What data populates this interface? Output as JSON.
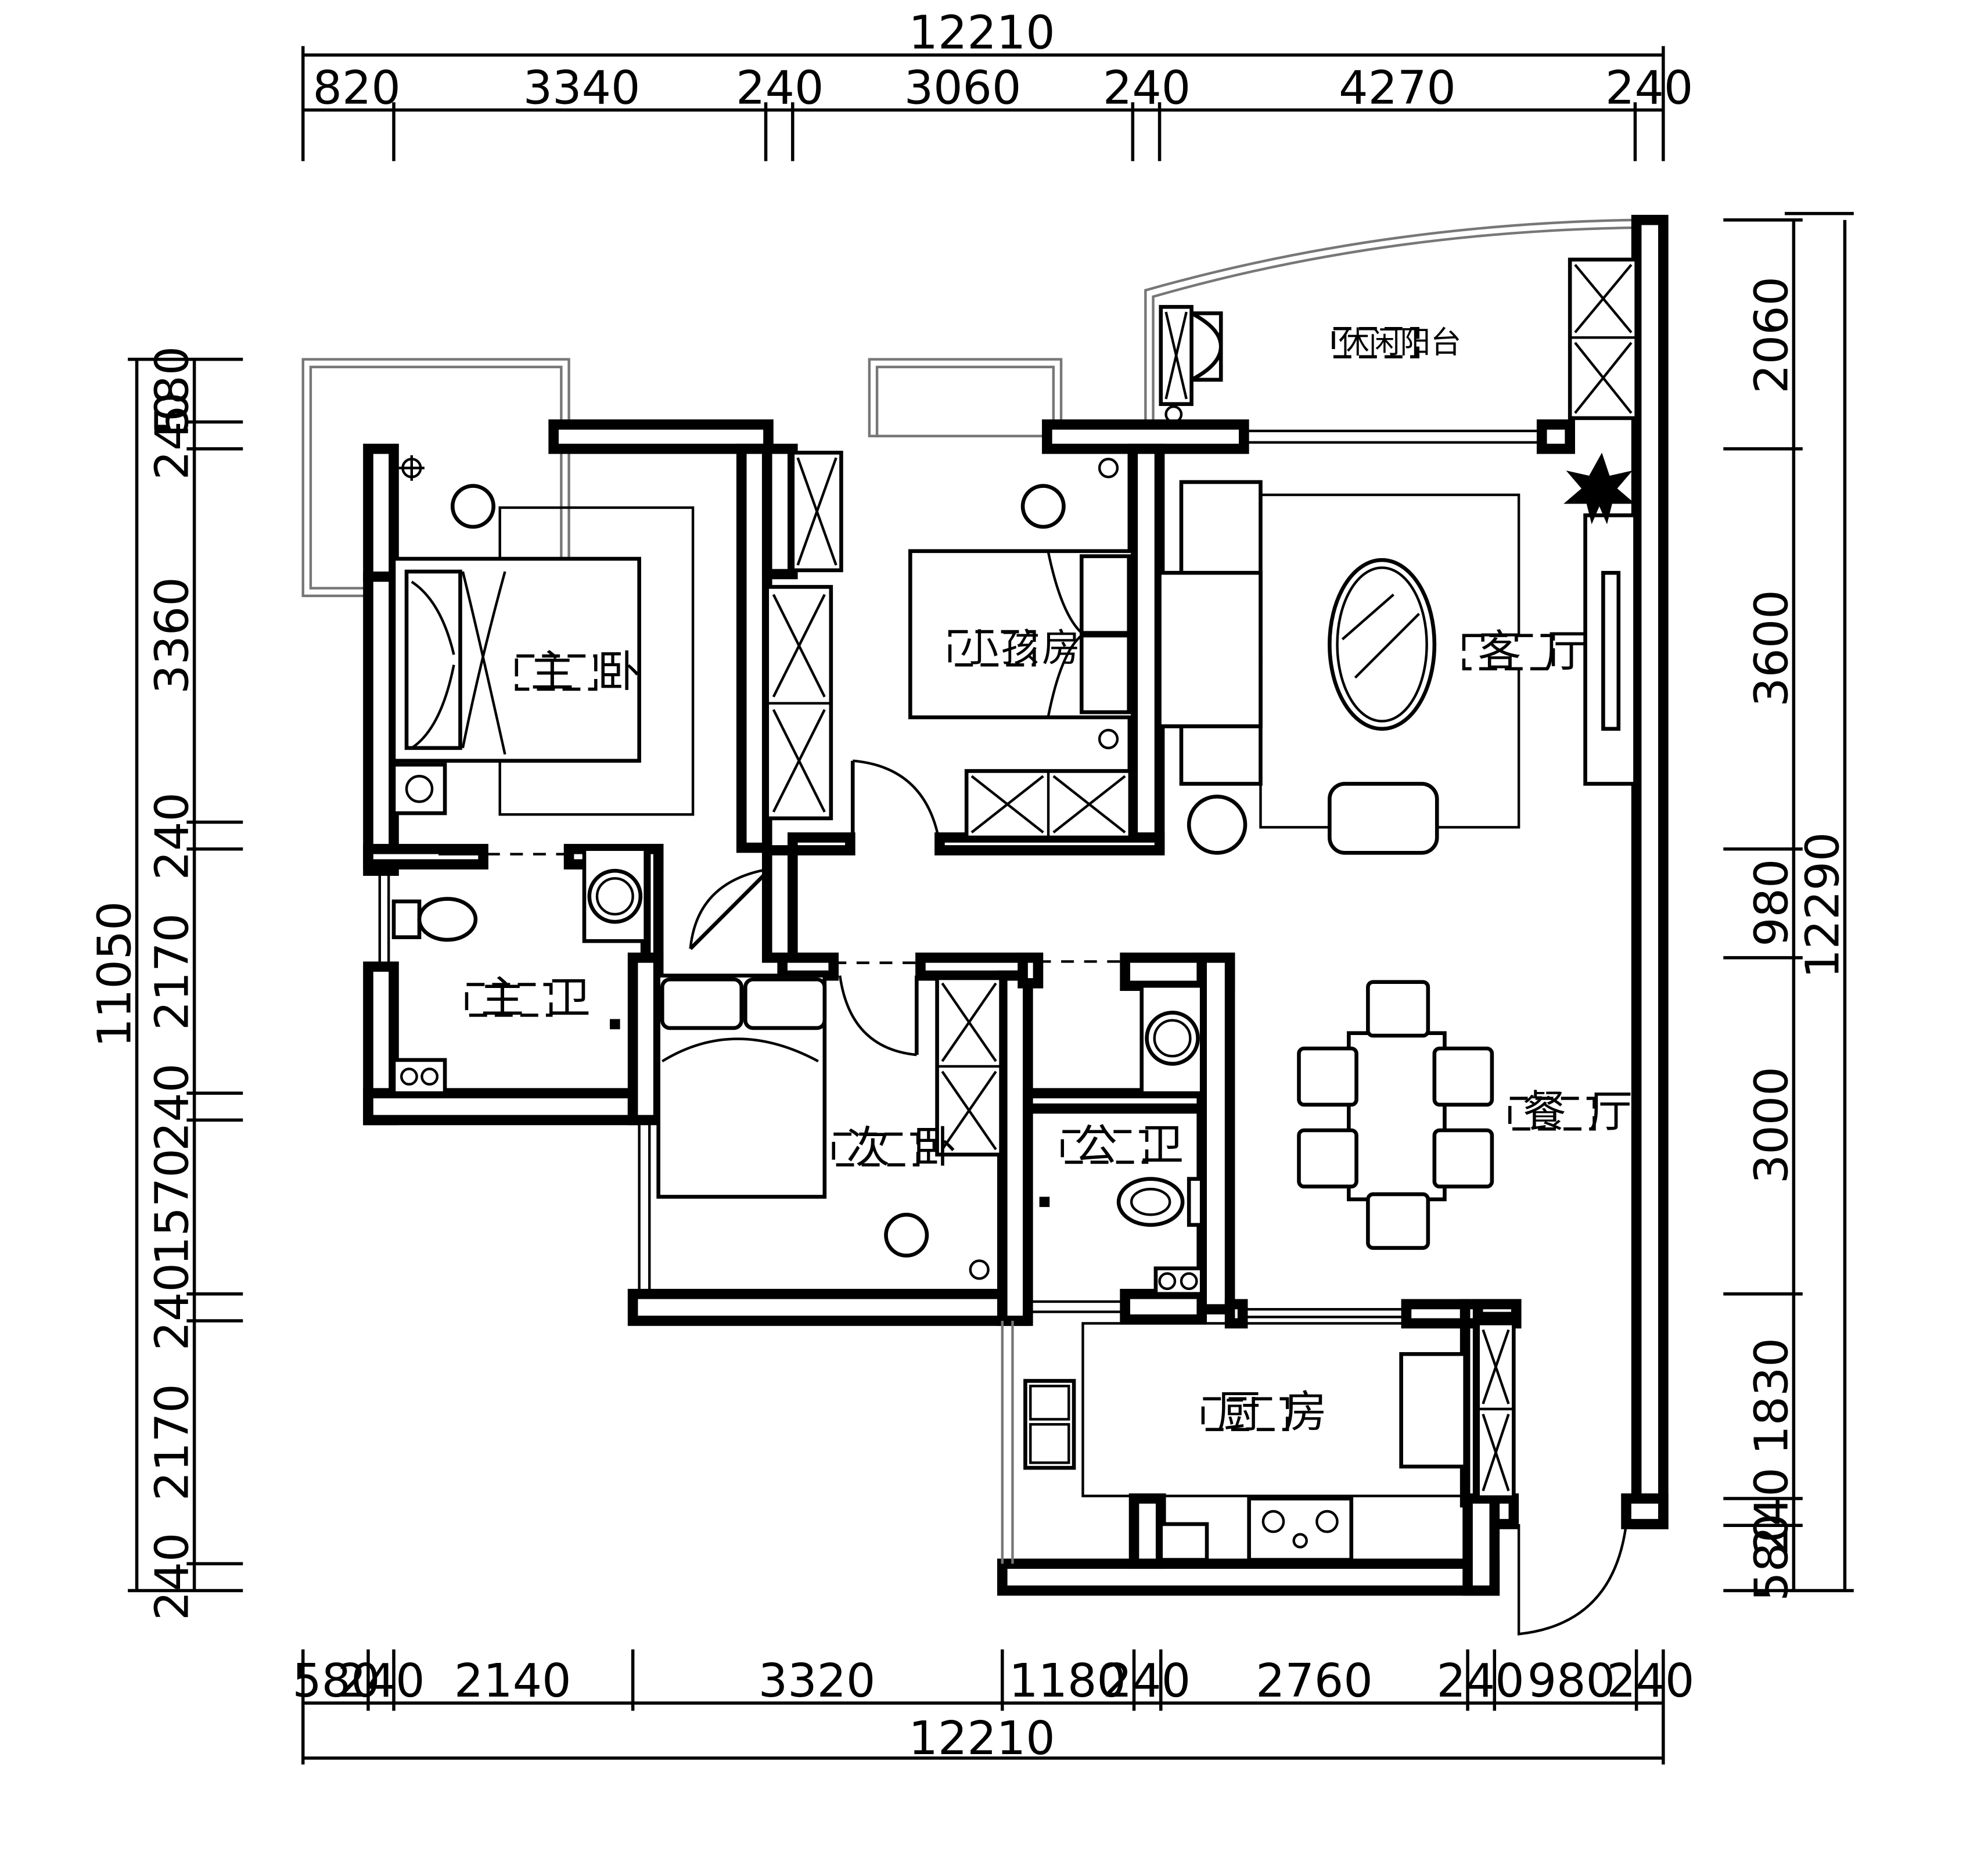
{
  "rooms": {
    "master_bedroom": "主卧",
    "kids_room": "小孩房",
    "living_room": "客厅",
    "leisure_balcony": "休闲阳台",
    "master_bath": "主卫",
    "second_bedroom": "次卧",
    "public_bath": "公卫",
    "dining_room": "餐厅",
    "kitchen": "厨房"
  },
  "dimensions": {
    "top_total": "12210",
    "top": [
      "820",
      "3340",
      "240",
      "3060",
      "240",
      "4270",
      "240"
    ],
    "bottom_total": "12210",
    "bottom": [
      "580",
      "240",
      "2140",
      "3320",
      "1180",
      "240",
      "2760",
      "240",
      "980",
      "240"
    ],
    "left_total": "11050",
    "left": [
      "580",
      "240",
      "3360",
      "240",
      "2170",
      "240",
      "1570",
      "240",
      "2170",
      "240"
    ],
    "right_total": "12290",
    "right": [
      "2060",
      "3600",
      "980",
      "3000",
      "1830",
      "240",
      "580"
    ]
  }
}
